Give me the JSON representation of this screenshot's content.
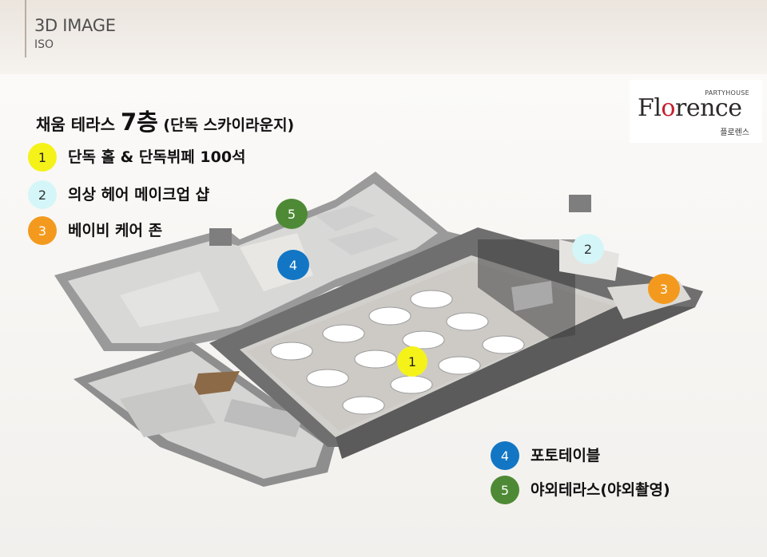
{
  "header": {
    "title": "3D IMAGE",
    "subtitle": "ISO"
  },
  "logo": {
    "tagline": "PARTYHOUSE",
    "name_start": "Fl",
    "name_heart": "o",
    "name_end": "rence",
    "korean": "플로렌스"
  },
  "floor_title": {
    "prefix": "채움 테라스 ",
    "floor": "7층",
    "suffix": " (단독 스카이라운지)"
  },
  "legend": [
    {
      "num": "1",
      "label": "단독 홀 & 단독뷔페 100석",
      "color": "#f5f21a"
    },
    {
      "num": "2",
      "label": "의상 헤어 메이크업 샵",
      "color": "#d4f6f8"
    },
    {
      "num": "3",
      "label": "베이비 케어 존",
      "color": "#f39a1e"
    },
    {
      "num": "4",
      "label": "포토테이블",
      "color": "#1276c4"
    },
    {
      "num": "5",
      "label": "야외테라스(야외촬영)",
      "color": "#4e8a35"
    }
  ],
  "map_markers": [
    {
      "num": "1"
    },
    {
      "num": "2"
    },
    {
      "num": "3"
    },
    {
      "num": "4"
    },
    {
      "num": "5"
    }
  ]
}
